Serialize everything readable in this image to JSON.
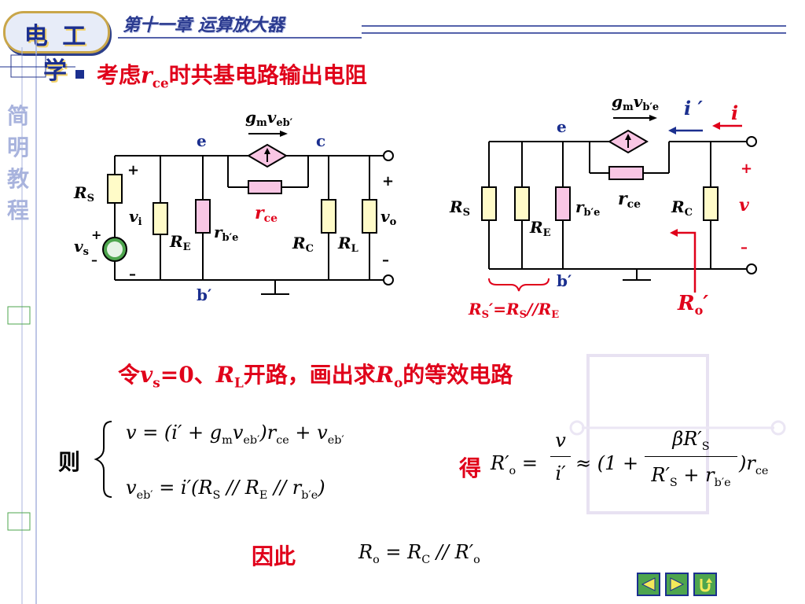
{
  "header": {
    "logo": "电 工 学",
    "chapter": "第十一章  运算放大器"
  },
  "side_title": [
    "简",
    "明",
    "教",
    "程"
  ],
  "headline": {
    "prefix": "考虑",
    "var": "r",
    "sub": "ce",
    "suffix": "时共基电路输出电阻"
  },
  "circuit_left": {
    "gm_label": "g",
    "gm_sub": "m",
    "v_label": "v",
    "v_sub": "eb′",
    "node_e": "e",
    "node_c": "c",
    "node_b": "b′",
    "rs": "R",
    "rs_sub": "S",
    "vs": "v",
    "vs_sub": "s",
    "vi": "v",
    "vi_sub": "i",
    "re": "R",
    "re_sub": "E",
    "rbe": "r",
    "rbe_sub": "b′e",
    "rce": "r",
    "rce_sub": "ce",
    "rc": "R",
    "rc_sub": "C",
    "rl": "R",
    "rl_sub": "L",
    "vo": "v",
    "vo_sub": "o",
    "plus": "+",
    "minus": "–"
  },
  "circuit_right": {
    "gm_label": "g",
    "gm_sub": "m",
    "v_label": "v",
    "v_sub": "b′e",
    "i_prime": "i ′",
    "i": "i",
    "node_e": "e",
    "node_b": "b′",
    "rs": "R",
    "rs_sub": "S",
    "re": "R",
    "re_sub": "E",
    "rbe": "r",
    "rbe_sub": "b′e",
    "rce": "r",
    "rce_sub": "ce",
    "rc": "R",
    "rc_sub": "C",
    "v": "v",
    "plus": "+",
    "minus": "–",
    "rs_parallel": "R",
    "rs_parallel_sub": "S",
    "rs_parallel_mid": "′=R",
    "rs_parallel_sub2": "S",
    "rs_parallel_mid2": "//R",
    "rs_parallel_sub3": "E",
    "ro": "R",
    "ro_sub": "o",
    "ro_prime": "′"
  },
  "caption": {
    "prefix": "令",
    "vs": "v",
    "vs_sub": "s",
    "eq": "=0、",
    "rl": "R",
    "rl_sub": "L",
    "mid": "开路，画出求",
    "ro": "R",
    "ro_sub": "o",
    "suffix": "的等效电路"
  },
  "equations": {
    "then_label": "则",
    "eq1": "v = (i′ + g",
    "eq1_sub1": "m",
    "eq1_b": "v",
    "eq1_sub2": "eb′",
    "eq1_c": ")r",
    "eq1_sub3": "ce",
    "eq1_d": " + v",
    "eq1_sub4": "eb′",
    "eq2_a": "v",
    "eq2_sub1": "eb′",
    "eq2_b": " = i′(R",
    "eq2_sub2": "S",
    "eq2_c": " // R",
    "eq2_sub3": "E",
    "eq2_d": " // r",
    "eq2_sub4": "b′e",
    "eq2_e": ")",
    "get_label": "得",
    "res_lhs": "R′",
    "res_lhs_sub": "o",
    "res_eq": "=",
    "res_num": "v",
    "res_den": "i′",
    "res_approx": "≈ (1 +",
    "res_num2": "βR′",
    "res_num2_sub": "S",
    "res_den2": "R′",
    "res_den2_sub": "S",
    "res_den2_b": " + r",
    "res_den2_sub2": "b′e",
    "res_tail": ")r",
    "res_tail_sub": "ce",
    "hence_label": "因此",
    "final_a": "R",
    "final_sub1": "o",
    "final_b": " = R",
    "final_sub2": "C",
    "final_c": " // R′",
    "final_sub3": "o"
  },
  "nav": {
    "prev": "prev-icon",
    "next": "next-icon",
    "return": "return-icon"
  },
  "colors": {
    "brand_blue": "#1b2f8f",
    "accent_red": "#e0001a",
    "resistor_fill": "#fffbc8",
    "source_fill": "#f9c6e4",
    "side_text": "#a8b3dd"
  }
}
